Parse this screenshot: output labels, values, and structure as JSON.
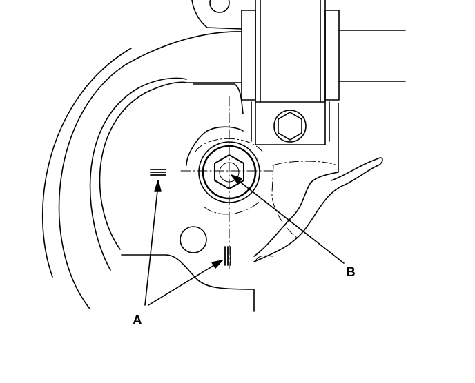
{
  "figure": {
    "callouts": {
      "a": "A",
      "b": "B"
    },
    "colors": {
      "ink": "#000000",
      "paper": "#ffffff"
    },
    "parts": [
      "stabilizer-bar",
      "bushing-holder",
      "holder-bolt",
      "bracket",
      "mounting-bolt",
      "alignment-marks"
    ]
  }
}
